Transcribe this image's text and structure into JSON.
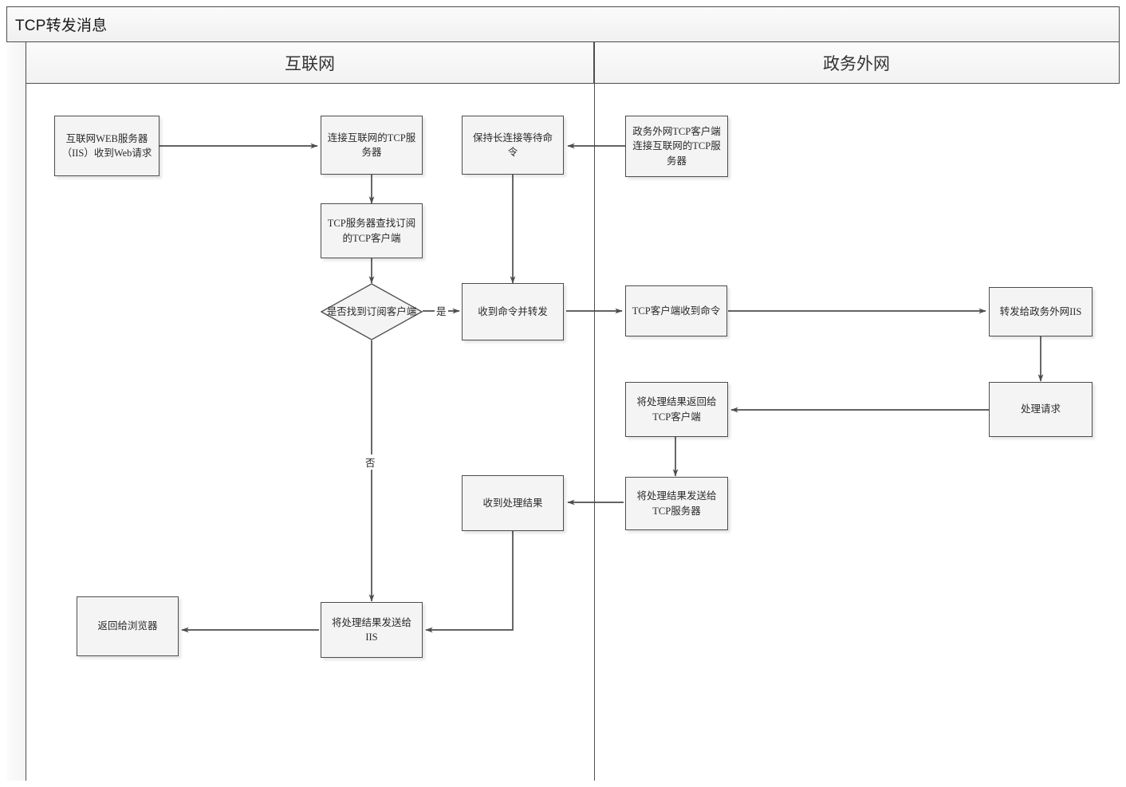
{
  "diagram": {
    "title": "TCP转发消息",
    "lanes": [
      {
        "id": "internet",
        "label": "互联网"
      },
      {
        "id": "extranet",
        "label": "政务外网"
      }
    ],
    "nodes": [
      {
        "id": "web-request",
        "lane": "internet",
        "type": "process",
        "label": "互联网WEB服务器（IIS）收到Web请求"
      },
      {
        "id": "connect-tcp-server",
        "lane": "internet",
        "type": "process",
        "label": "连接互联网的TCP服务器"
      },
      {
        "id": "find-subscriber",
        "lane": "internet",
        "type": "process",
        "label": "TCP服务器查找订阅的TCP客户端"
      },
      {
        "id": "found-decision",
        "lane": "internet",
        "type": "decision",
        "label": "是否找到订阅客户端"
      },
      {
        "id": "keep-alive",
        "lane": "internet",
        "type": "process",
        "label": "保持长连接等待命令"
      },
      {
        "id": "recv-forward",
        "lane": "internet",
        "type": "process",
        "label": "收到命令并转发"
      },
      {
        "id": "recv-result",
        "lane": "internet",
        "type": "process",
        "label": "收到处理结果"
      },
      {
        "id": "send-to-iis",
        "lane": "internet",
        "type": "process",
        "label": "将处理结果发送给IIS"
      },
      {
        "id": "return-browser",
        "lane": "internet",
        "type": "process",
        "label": "返回给浏览器"
      },
      {
        "id": "client-connect",
        "lane": "extranet",
        "type": "process",
        "label": "政务外网TCP客户端连接互联网的TCP服务器"
      },
      {
        "id": "client-recv-cmd",
        "lane": "extranet",
        "type": "process",
        "label": "TCP客户端收到命令"
      },
      {
        "id": "forward-to-iis",
        "lane": "extranet",
        "type": "process",
        "label": "转发给政务外网IIS"
      },
      {
        "id": "handle-request",
        "lane": "extranet",
        "type": "process",
        "label": "处理请求"
      },
      {
        "id": "return-to-client",
        "lane": "extranet",
        "type": "process",
        "label": "将处理结果返回给TCP客户端"
      },
      {
        "id": "send-to-server",
        "lane": "extranet",
        "type": "process",
        "label": "将处理结果发送给TCP服务器"
      }
    ],
    "edges": [
      {
        "from": "web-request",
        "to": "connect-tcp-server",
        "label": ""
      },
      {
        "from": "connect-tcp-server",
        "to": "find-subscriber",
        "label": ""
      },
      {
        "from": "find-subscriber",
        "to": "found-decision",
        "label": ""
      },
      {
        "from": "found-decision",
        "to": "recv-forward",
        "label": "是"
      },
      {
        "from": "found-decision",
        "to": "send-to-iis",
        "label": "否"
      },
      {
        "from": "client-connect",
        "to": "keep-alive",
        "label": ""
      },
      {
        "from": "keep-alive",
        "to": "recv-forward",
        "label": ""
      },
      {
        "from": "recv-forward",
        "to": "client-recv-cmd",
        "label": ""
      },
      {
        "from": "client-recv-cmd",
        "to": "forward-to-iis",
        "label": ""
      },
      {
        "from": "forward-to-iis",
        "to": "handle-request",
        "label": ""
      },
      {
        "from": "handle-request",
        "to": "return-to-client",
        "label": ""
      },
      {
        "from": "return-to-client",
        "to": "send-to-server",
        "label": ""
      },
      {
        "from": "send-to-server",
        "to": "recv-result",
        "label": ""
      },
      {
        "from": "recv-result",
        "to": "send-to-iis",
        "label": ""
      },
      {
        "from": "send-to-iis",
        "to": "return-browser",
        "label": ""
      }
    ],
    "edge_labels": {
      "yes": "是",
      "no": "否"
    },
    "colors": {
      "node_fill": "#f4f4f4",
      "node_stroke": "#4d4d4d",
      "lane_header_fill": "#f2f2f2",
      "connector": "#4d4d4d",
      "canvas": "#ffffff"
    }
  }
}
